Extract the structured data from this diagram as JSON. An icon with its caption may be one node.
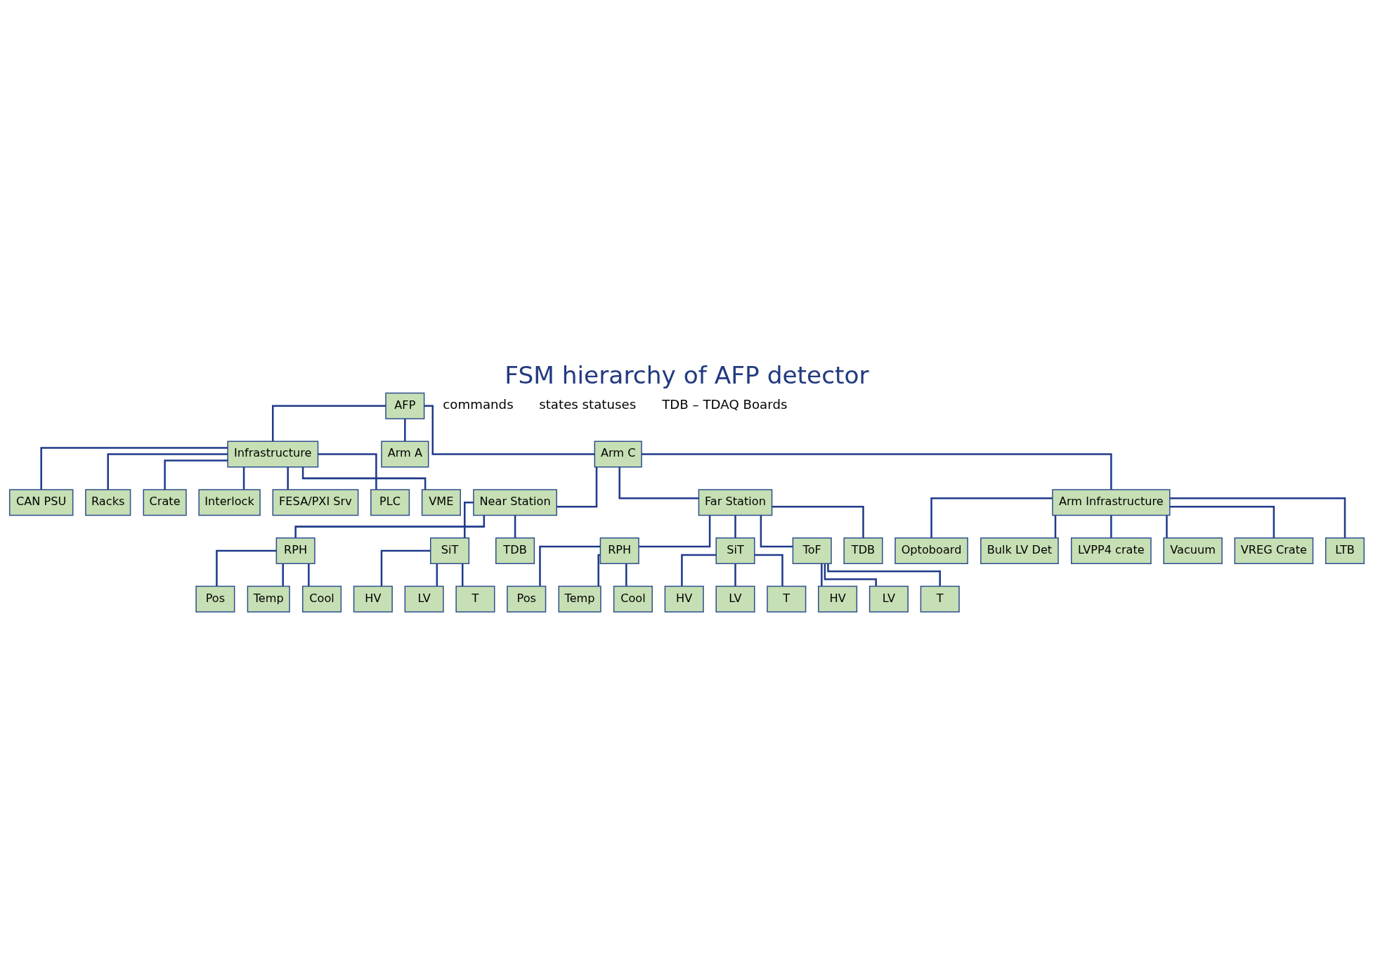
{
  "diagram": {
    "title": "FSM hierarchy of AFP detector",
    "nodes": [
      {
        "text": [
          "AFP"
        ]
      },
      {
        "text": [
          "Infrastructure"
        ]
      },
      {
        "text": [
          "Arm A"
        ]
      },
      {
        "text": [
          "Arm C"
        ]
      },
      {
        "text": [
          "CAN PSU"
        ]
      },
      {
        "text": [
          "Racks"
        ]
      },
      {
        "text": [
          "Crate"
        ]
      },
      {
        "text": [
          "Interlock"
        ]
      },
      {
        "text": [
          "FESA/PXI Srv"
        ]
      },
      {
        "text": [
          "PLC"
        ]
      },
      {
        "text": [
          "VME"
        ]
      },
      {
        "text": [
          "Near Station"
        ]
      },
      {
        "text": [
          "Far Station"
        ]
      },
      {
        "text": [
          "Arm Infrastructure"
        ]
      },
      {
        "text": [
          "RPH"
        ]
      },
      {
        "text": [
          "SiT"
        ]
      },
      {
        "text": [
          "TDB"
        ]
      },
      {
        "text": [
          "Pos"
        ]
      },
      {
        "text": [
          "Temp"
        ]
      },
      {
        "text": [
          "Cool"
        ]
      },
      {
        "text": [
          "HV"
        ]
      },
      {
        "text": [
          "LV"
        ]
      },
      {
        "text": [
          "T"
        ]
      },
      {
        "text": [
          "RPH"
        ]
      },
      {
        "text": [
          "SiT"
        ]
      },
      {
        "text": [
          "ToF"
        ]
      },
      {
        "text": [
          "TDB"
        ]
      },
      {
        "text": [
          "Pos"
        ]
      },
      {
        "text": [
          "Temp"
        ]
      },
      {
        "text": [
          "Cool"
        ]
      },
      {
        "text": [
          "HV"
        ]
      },
      {
        "text": [
          "LV"
        ]
      },
      {
        "text": [
          "T"
        ]
      },
      {
        "text": [
          "HV"
        ]
      },
      {
        "text": [
          "LV"
        ]
      },
      {
        "text": [
          "T"
        ]
      },
      {
        "text": [
          "Optoboard"
        ]
      },
      {
        "text": [
          "Bulk LV Det"
        ]
      },
      {
        "text": [
          "LVPP4 crate"
        ]
      },
      {
        "text": [
          "Vacuum"
        ]
      },
      {
        "text": [
          "VREG Crate"
        ]
      },
      {
        "text": [
          "LTB"
        ]
      }
    ],
    "edges": [
      {
        "from": 0,
        "to": 1,
        "arrow": "none"
      },
      {
        "from": 0,
        "to": 2,
        "arrow": "none"
      },
      {
        "from": 0,
        "to": 3,
        "arrow": "none"
      },
      {
        "from": 1,
        "to": 4,
        "arrow": "none"
      },
      {
        "from": 1,
        "to": 5,
        "arrow": "none"
      },
      {
        "from": 1,
        "to": 6,
        "arrow": "none"
      },
      {
        "from": 1,
        "to": 7,
        "arrow": "none"
      },
      {
        "from": 1,
        "to": 8,
        "arrow": "none"
      },
      {
        "from": 1,
        "to": 9,
        "arrow": "none"
      },
      {
        "from": 1,
        "to": 10,
        "arrow": "none"
      },
      {
        "from": 3,
        "to": 11,
        "arrow": "none"
      },
      {
        "from": 3,
        "to": 12,
        "arrow": "none"
      },
      {
        "from": 3,
        "to": 13,
        "arrow": "none"
      },
      {
        "from": 11,
        "to": 14,
        "arrow": "none"
      },
      {
        "from": 11,
        "to": 15,
        "arrow": "none"
      },
      {
        "from": 11,
        "to": 16,
        "arrow": "none"
      },
      {
        "from": 14,
        "to": 17,
        "arrow": "none"
      },
      {
        "from": 14,
        "to": 18,
        "arrow": "none"
      },
      {
        "from": 14,
        "to": 19,
        "arrow": "none"
      },
      {
        "from": 15,
        "to": 20,
        "arrow": "none"
      },
      {
        "from": 15,
        "to": 21,
        "arrow": "none"
      },
      {
        "from": 15,
        "to": 22,
        "arrow": "none"
      },
      {
        "from": 12,
        "to": 23,
        "arrow": "none"
      },
      {
        "from": 12,
        "to": 24,
        "arrow": "none"
      },
      {
        "from": 12,
        "to": 25,
        "arrow": "none"
      },
      {
        "from": 12,
        "to": 26,
        "arrow": "none"
      },
      {
        "from": 23,
        "to": 27,
        "arrow": "none"
      },
      {
        "from": 23,
        "to": 28,
        "arrow": "none"
      },
      {
        "from": 23,
        "to": 29,
        "arrow": "none"
      },
      {
        "from": 24,
        "to": 30,
        "arrow": "none"
      },
      {
        "from": 24,
        "to": 31,
        "arrow": "none"
      },
      {
        "from": 24,
        "to": 32,
        "arrow": "none"
      },
      {
        "from": 25,
        "to": 33,
        "arrow": "none"
      },
      {
        "from": 25,
        "to": 34,
        "arrow": "none"
      },
      {
        "from": 25,
        "to": 35,
        "arrow": "none"
      },
      {
        "from": 13,
        "to": 36,
        "arrow": "none"
      },
      {
        "from": 13,
        "to": 37,
        "arrow": "none"
      },
      {
        "from": 13,
        "to": 38,
        "arrow": "none"
      },
      {
        "from": 13,
        "to": 39,
        "arrow": "none"
      },
      {
        "from": 13,
        "to": 40,
        "arrow": "none"
      },
      {
        "from": 13,
        "to": 41,
        "arrow": "none"
      }
    ],
    "labels": [
      "commands",
      "states statuses",
      "TDB – TDAQ Boards"
    ]
  }
}
